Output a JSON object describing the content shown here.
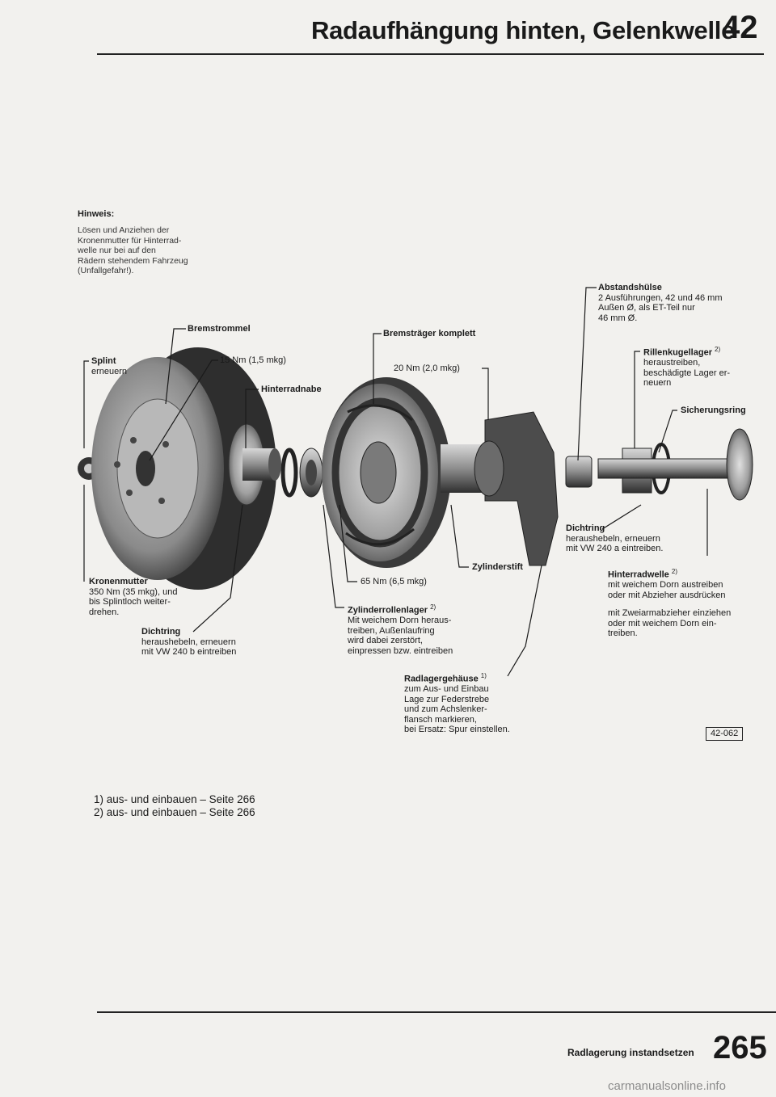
{
  "header": {
    "title": "Radaufhängung hinten, Gelenkwelle",
    "chapter": "42"
  },
  "note": {
    "title": "Hinweis:",
    "lines": [
      "Lösen und Anziehen der",
      "Kronenmutter für Hinterrad-",
      "welle nur bei auf den",
      "Rädern stehendem Fahrzeug",
      "(Unfallgefahr!)."
    ]
  },
  "labels": {
    "bremstrommel": "Bremstrommel",
    "splint_title": "Splint",
    "splint_body": "erneuern",
    "torque_15": "15 Nm (1,5 mkg)",
    "hinterradnabe": "Hinterradnabe",
    "bremstraeger": "Bremsträger komplett",
    "torque_20": "20 Nm (2,0 mkg)",
    "abstandshuelse_title": "Abstandshülse",
    "abstandshuelse_lines": [
      "2 Ausführungen, 42 und 46 mm",
      "Außen Ø, als ET-Teil nur",
      "46 mm Ø."
    ],
    "rillenkugellager_title": "Rillenkugellager",
    "rillenkugellager_sup": "2)",
    "rillenkugellager_lines": [
      "heraustreiben,",
      "beschädigte Lager er-",
      "neuern"
    ],
    "sicherungsring": "Sicherungsring",
    "dichtring_r_title": "Dichtring",
    "dichtring_r_lines": [
      "heraushebeln, erneuern",
      "mit VW 240 a eintreiben."
    ],
    "zylinderstift": "Zylinderstift",
    "hinterradwelle_title": "Hinterradwelle",
    "hinterradwelle_sup": "2)",
    "hinterradwelle_lines": [
      "mit weichem Dorn austreiben",
      "oder mit Abzieher ausdrücken"
    ],
    "hinterradwelle_lines2": [
      "mit Zweiarmabzieher einziehen",
      "oder mit weichem Dorn ein-",
      "treiben."
    ],
    "kronenmutter_title": "Kronenmutter",
    "kronenmutter_lines": [
      "350 Nm (35 mkg), und",
      "bis Splintloch weiter-",
      "drehen."
    ],
    "torque_65": "65 Nm (6,5 mkg)",
    "zylinderrollenlager_title": "Zylinderrollenlager",
    "zylinderrollenlager_sup": "2)",
    "zylinderrollenlager_lines": [
      "Mit weichem Dorn heraus-",
      "treiben, Außenlaufring",
      "wird dabei zerstört,",
      "einpressen bzw. eintreiben"
    ],
    "dichtring_l_title": "Dichtring",
    "dichtring_l_lines": [
      "heraushebeln, erneuern",
      "mit VW 240 b eintreiben"
    ],
    "radlagergehaeuse_title": "Radlagergehäuse",
    "radlagergehaeuse_sup": "1)",
    "radlagergehaeuse_lines": [
      "zum Aus- und Einbau",
      "Lage zur Federstrebe",
      "und zum Achslenker-",
      "flansch markieren,",
      "bei Ersatz: Spur einstellen."
    ]
  },
  "figure_ref": "42-062",
  "footnotes": [
    "1) aus- und einbauen – Seite 266",
    "2) aus- und einbauen – Seite 266"
  ],
  "footer": {
    "section": "Radlagerung instandsetzen",
    "page": "265"
  },
  "watermark": "carmanualsonline.info"
}
